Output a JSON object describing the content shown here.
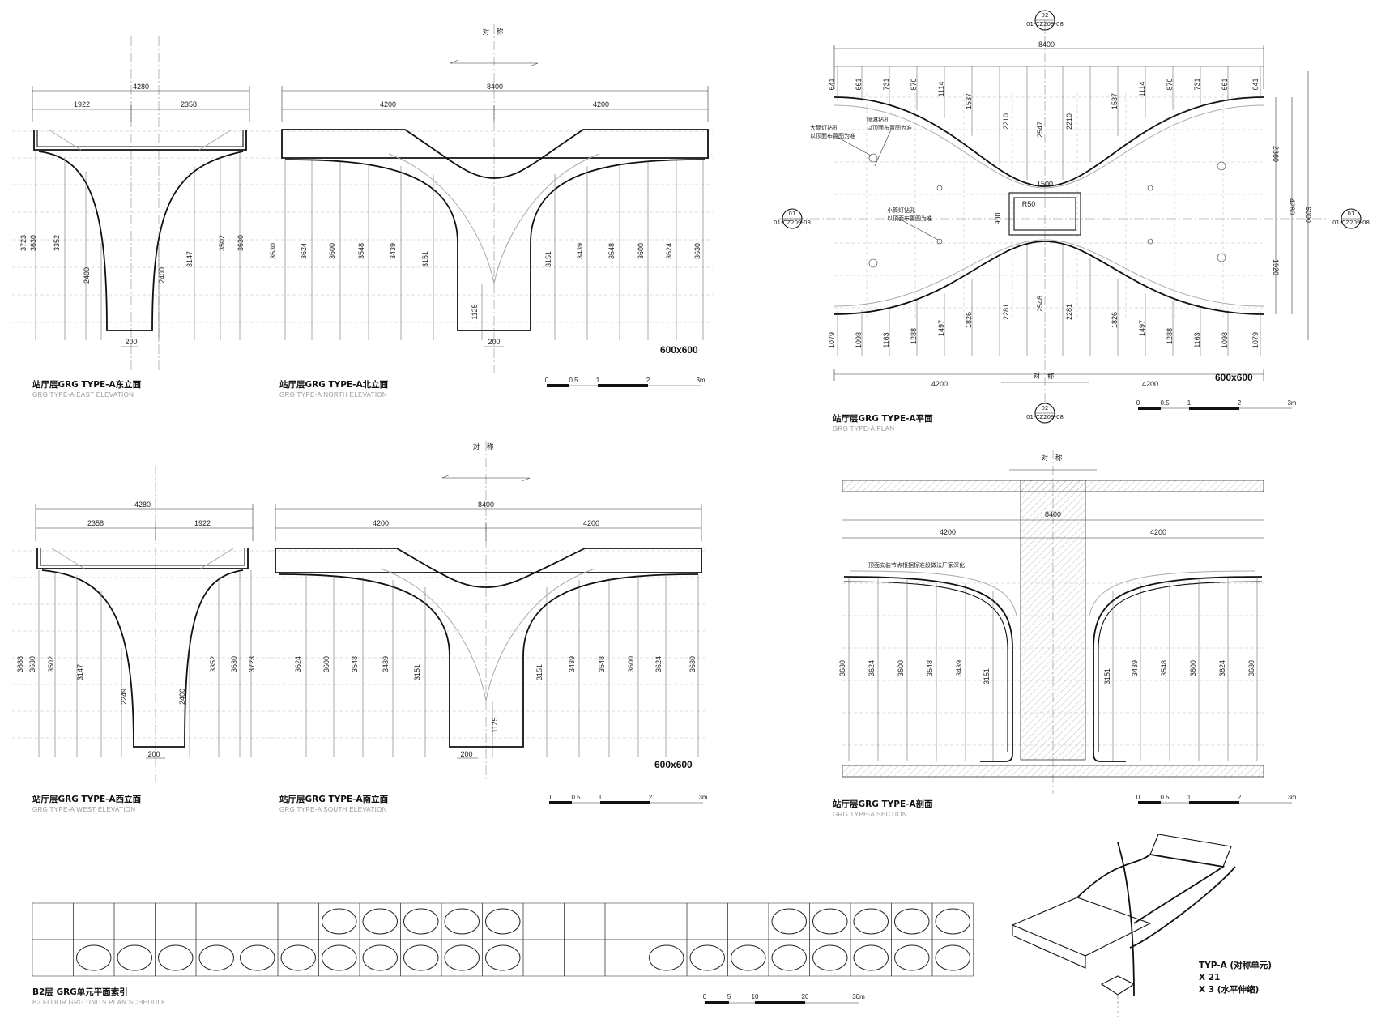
{
  "drawings": {
    "east": {
      "title": "站厅层GRG TYPE-A东立面",
      "subtitle": "GRG TYPE-A EAST ELEVATION",
      "overall": "4280",
      "left": "1922",
      "right": "2358",
      "heights": [
        "3723",
        "3630",
        "3352",
        "2400",
        "2400",
        "3147",
        "3502",
        "3630"
      ],
      "base": "200"
    },
    "north": {
      "title": "站厅层GRG TYPE-A北立面",
      "subtitle": "GRG TYPE-A NORTH ELEVATION",
      "overall": "8400",
      "left": "4200",
      "right": "4200",
      "heights": [
        "3630",
        "3624",
        "3600",
        "3548",
        "3439",
        "3151",
        "1125",
        "3151",
        "3439",
        "3548",
        "3600",
        "3624",
        "3630"
      ],
      "base": "200",
      "grid": "600x600"
    },
    "west": {
      "title": "站厅层GRG TYPE-A西立面",
      "subtitle": "GRG TYPE-A WEST ELEVATION",
      "overall": "4280",
      "left": "2358",
      "right": "1922",
      "heights": [
        "3688",
        "3630",
        "3502",
        "3147",
        "2249",
        "2400",
        "3352",
        "3630",
        "3723"
      ],
      "base": "200"
    },
    "south": {
      "title": "站厅层GRG TYPE-A南立面",
      "subtitle": "GRG TYPE-A SOUTH ELEVATION",
      "overall": "8400",
      "left": "4200",
      "right": "4200",
      "heights": [
        "3624",
        "3600",
        "3548",
        "3439",
        "3151",
        "1125",
        "3151",
        "3439",
        "3548",
        "3600",
        "3624",
        "3630"
      ],
      "base": "200",
      "grid": "600x600"
    },
    "plan": {
      "title": "站厅层GRG TYPE-A平面",
      "subtitle": "GRG TYPE-A PLAN",
      "overall": "8400",
      "left": "4200",
      "right": "4200",
      "top_dims": [
        "641",
        "661",
        "731",
        "870",
        "1114",
        "1537",
        "2210",
        "2547",
        "2210",
        "1537",
        "1114",
        "870",
        "731",
        "661",
        "641"
      ],
      "bottom_dims": [
        "1079",
        "1098",
        "1163",
        "1288",
        "1497",
        "1826",
        "2281",
        "2548",
        "2281",
        "1826",
        "1497",
        "1288",
        "1163",
        "1098",
        "1079"
      ],
      "right_dims": [
        "2360",
        "1920",
        "4280",
        "6000"
      ],
      "opening_w": "1500",
      "opening_h": "900",
      "radius": "R50",
      "note_large": "大筒灯钻孔",
      "note_large2": "以顶面布置图为准",
      "note_spray": "喷淋钻孔",
      "note_spray2": "以顶面布置图为准",
      "note_small": "小筒灯钻孔",
      "note_small2": "以顶面布置图为准",
      "grid": "600x600",
      "marker_num": "01",
      "marker_num2": "02",
      "marker_ref": "01-CZ209-08"
    },
    "section": {
      "title": "站厅层GRG TYPE-A剖面",
      "subtitle": "GRG TYPE-A SECTION",
      "overall": "8400",
      "left": "4200",
      "right": "4200",
      "note": "顶面安装节点根据标准段做法厂家深化",
      "left_heights": [
        "3630",
        "3624",
        "3600",
        "3548",
        "3439",
        "3151"
      ],
      "right_heights": [
        "3151",
        "3439",
        "3548",
        "3600",
        "3624",
        "3630"
      ]
    }
  },
  "symmetry_label": "对 称",
  "scale_small": [
    "0",
    "0.5",
    "1",
    "2",
    "3m"
  ],
  "schedule": {
    "title": "B2层 GRG单元平面索引",
    "subtitle": "B2 FLOOR GRG UNITS PLAN SCHEDULE",
    "scale": [
      "0",
      "5",
      "10",
      "20",
      "30m"
    ]
  },
  "iso": {
    "line1": "TYP-A (对称单元)",
    "line2": "X 21",
    "line3": "X 3 (水平伸缩)"
  }
}
